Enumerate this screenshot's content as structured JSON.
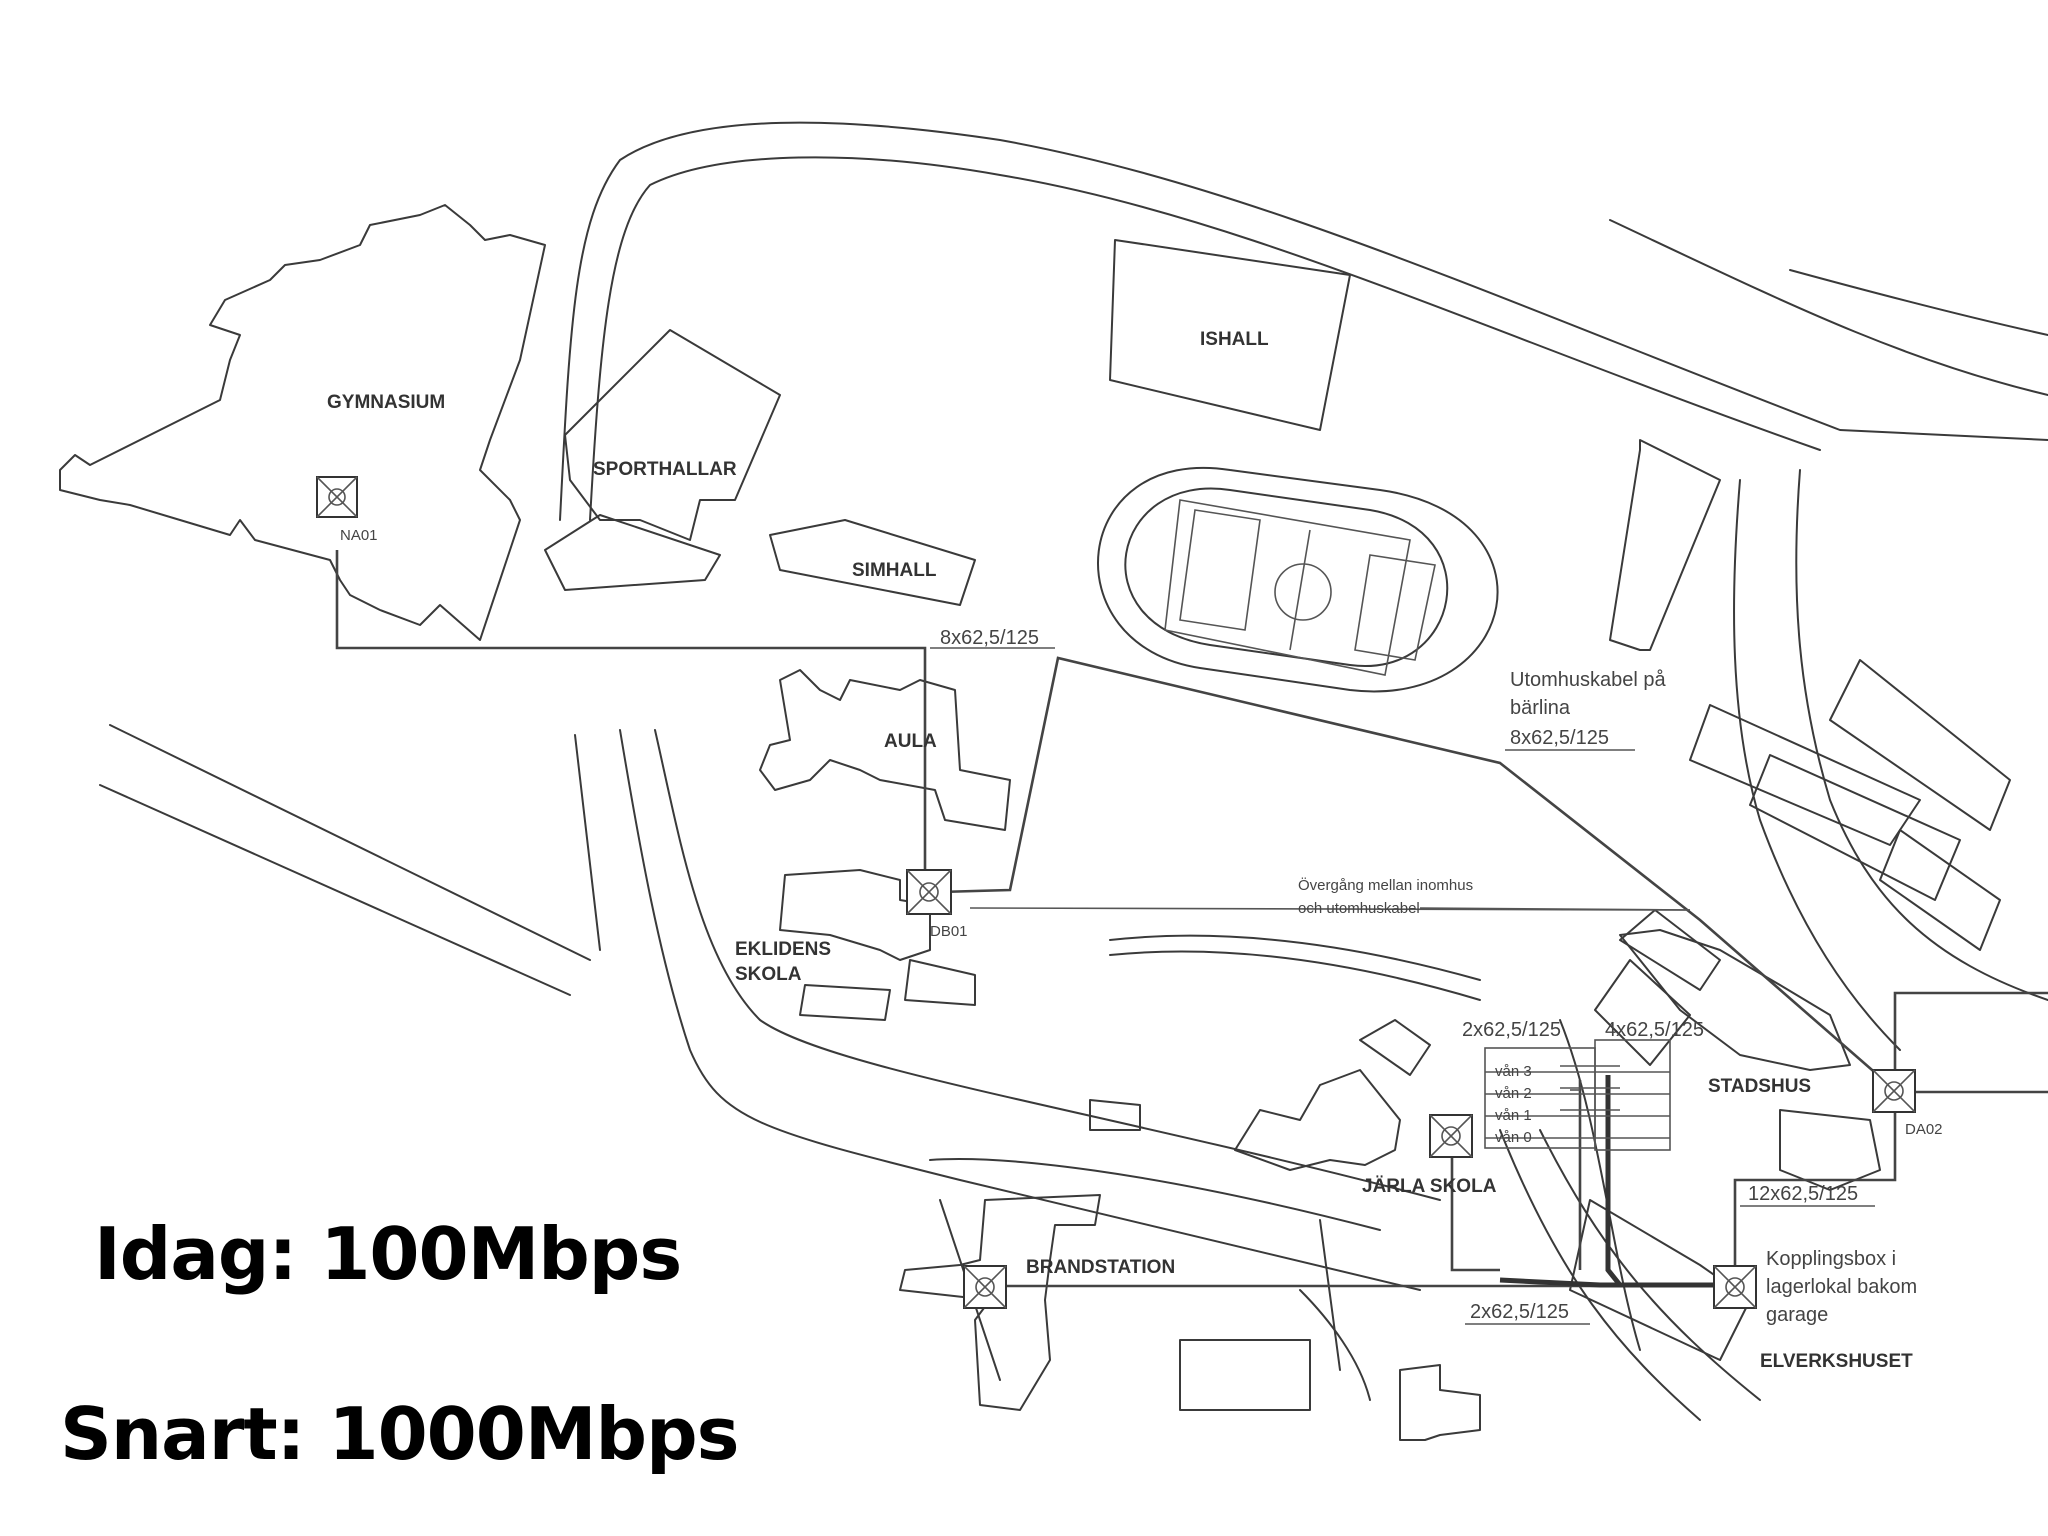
{
  "labels": {
    "gymnasium": "GYMNASIUM",
    "sporthallar": "SPORTHALLAR",
    "simhall": "SIMHALL",
    "ishall": "ISHALL",
    "aula": "AULA",
    "eklidens_line1": "EKLIDENS",
    "eklidens_line2": "SKOLA",
    "stadshus": "STADSHUS",
    "jarla": "JÄRLA SKOLA",
    "brandstation": "BRANDSTATION",
    "elverkshuset": "ELVERKSHUSET"
  },
  "nodes": {
    "na01": "NA01",
    "db01": "DB01",
    "da02": "DA02"
  },
  "cables": {
    "gym_aula": "8x62,5/125",
    "outdoor_note_l1": "Utomhuskabel på",
    "outdoor_note_l2": "bärlina",
    "outdoor_spec": "8x62,5/125",
    "transition_l1": "Övergång mellan inomhus",
    "transition_l2": "och utomhuskabel",
    "jarla_a": "2x62,5/125",
    "jarla_b": "4x62,5/125",
    "stadshus_link": "12x62,5/125",
    "brand_link": "2x62,5/125",
    "box_l1": "Kopplingsbox i",
    "box_l2": "lagerlokal bakom",
    "box_l3": "garage"
  },
  "floors": [
    "vån 3",
    "vån 2",
    "vån 1",
    "vån 0"
  ],
  "speeds": {
    "today": "Idag: 100Mbps",
    "soon": "Snart: 1000Mbps"
  }
}
